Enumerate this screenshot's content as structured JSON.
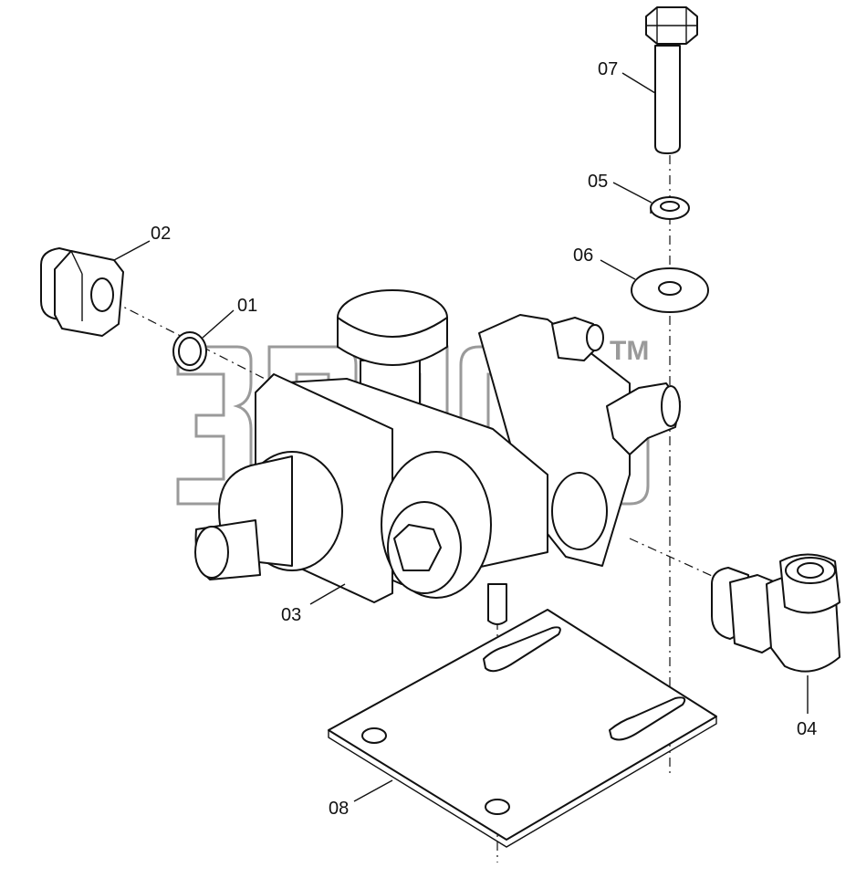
{
  "labels": {
    "p01": "01",
    "p02": "02",
    "p03": "03",
    "p04": "04",
    "p05": "05",
    "p06": "06",
    "p07": "07",
    "p08": "08"
  },
  "watermark": {
    "mark": "TM"
  },
  "colors": {
    "line": "#111111",
    "watermark": "#9a9a9a",
    "background": "#ffffff"
  }
}
